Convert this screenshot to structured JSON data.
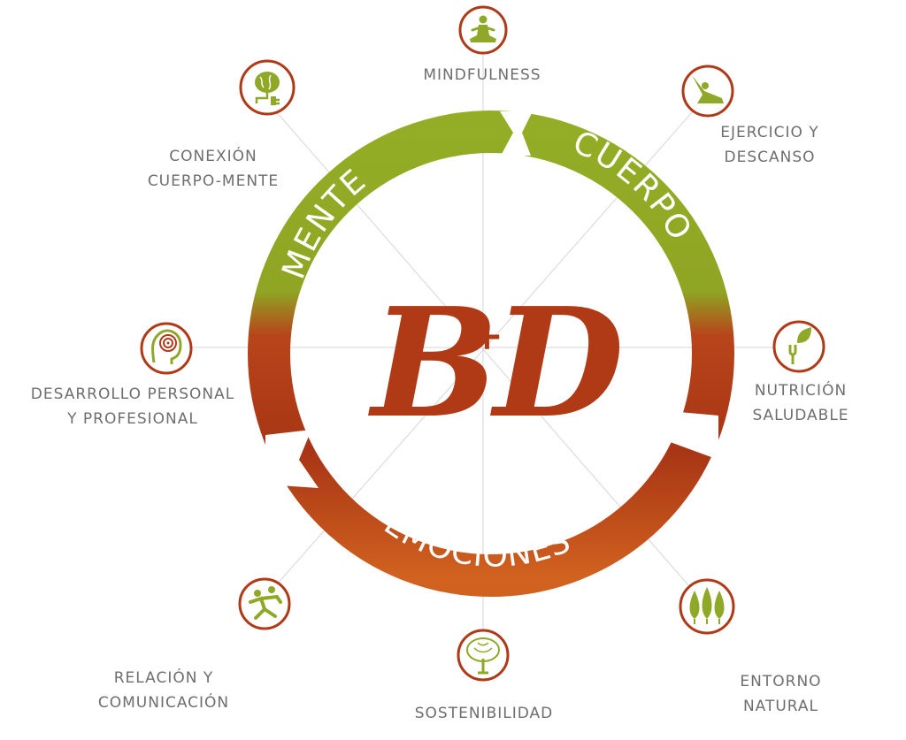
{
  "center_logo": {
    "left": "B",
    "plus": "+",
    "right": "D"
  },
  "ring": {
    "mente": "MENTE",
    "cuerpo": "CUERPO",
    "emociones": "EMOCIONES",
    "green": "#8fa827",
    "red": "#a83515",
    "orange": "#cd5a22"
  },
  "nodes": {
    "mindfulness": {
      "icon": "meditation-icon",
      "lines": [
        "MINDFULNESS"
      ]
    },
    "ejercicio": {
      "icon": "stretching-icon",
      "lines": [
        "EJERCICIO Y",
        "DESCANSO"
      ]
    },
    "nutricion": {
      "icon": "leaf-fork-icon",
      "lines": [
        "NUTRICIÓN",
        "SALUDABLE"
      ]
    },
    "entorno": {
      "icon": "trees-icon",
      "lines": [
        "ENTORNO",
        "NATURAL"
      ]
    },
    "sostenibilidad": {
      "icon": "tree-brain-icon",
      "lines": [
        "SOSTENIBILIDAD"
      ]
    },
    "relacion": {
      "icon": "people-icon",
      "lines": [
        "RELACIÓN Y",
        "COMUNICACIÓN"
      ]
    },
    "desarrollo": {
      "icon": "head-target-icon",
      "lines": [
        "DESARROLLO PERSONAL",
        "Y PROFESIONAL"
      ]
    },
    "conexion": {
      "icon": "brain-plug-icon",
      "lines": [
        "CONEXIÓN",
        "CUERPO-MENTE"
      ]
    }
  },
  "colors": {
    "label": "#6e6e6e",
    "icon_green": "#8fa827",
    "icon_ring": "#b03a18",
    "spoke": "#d6d6d6"
  }
}
